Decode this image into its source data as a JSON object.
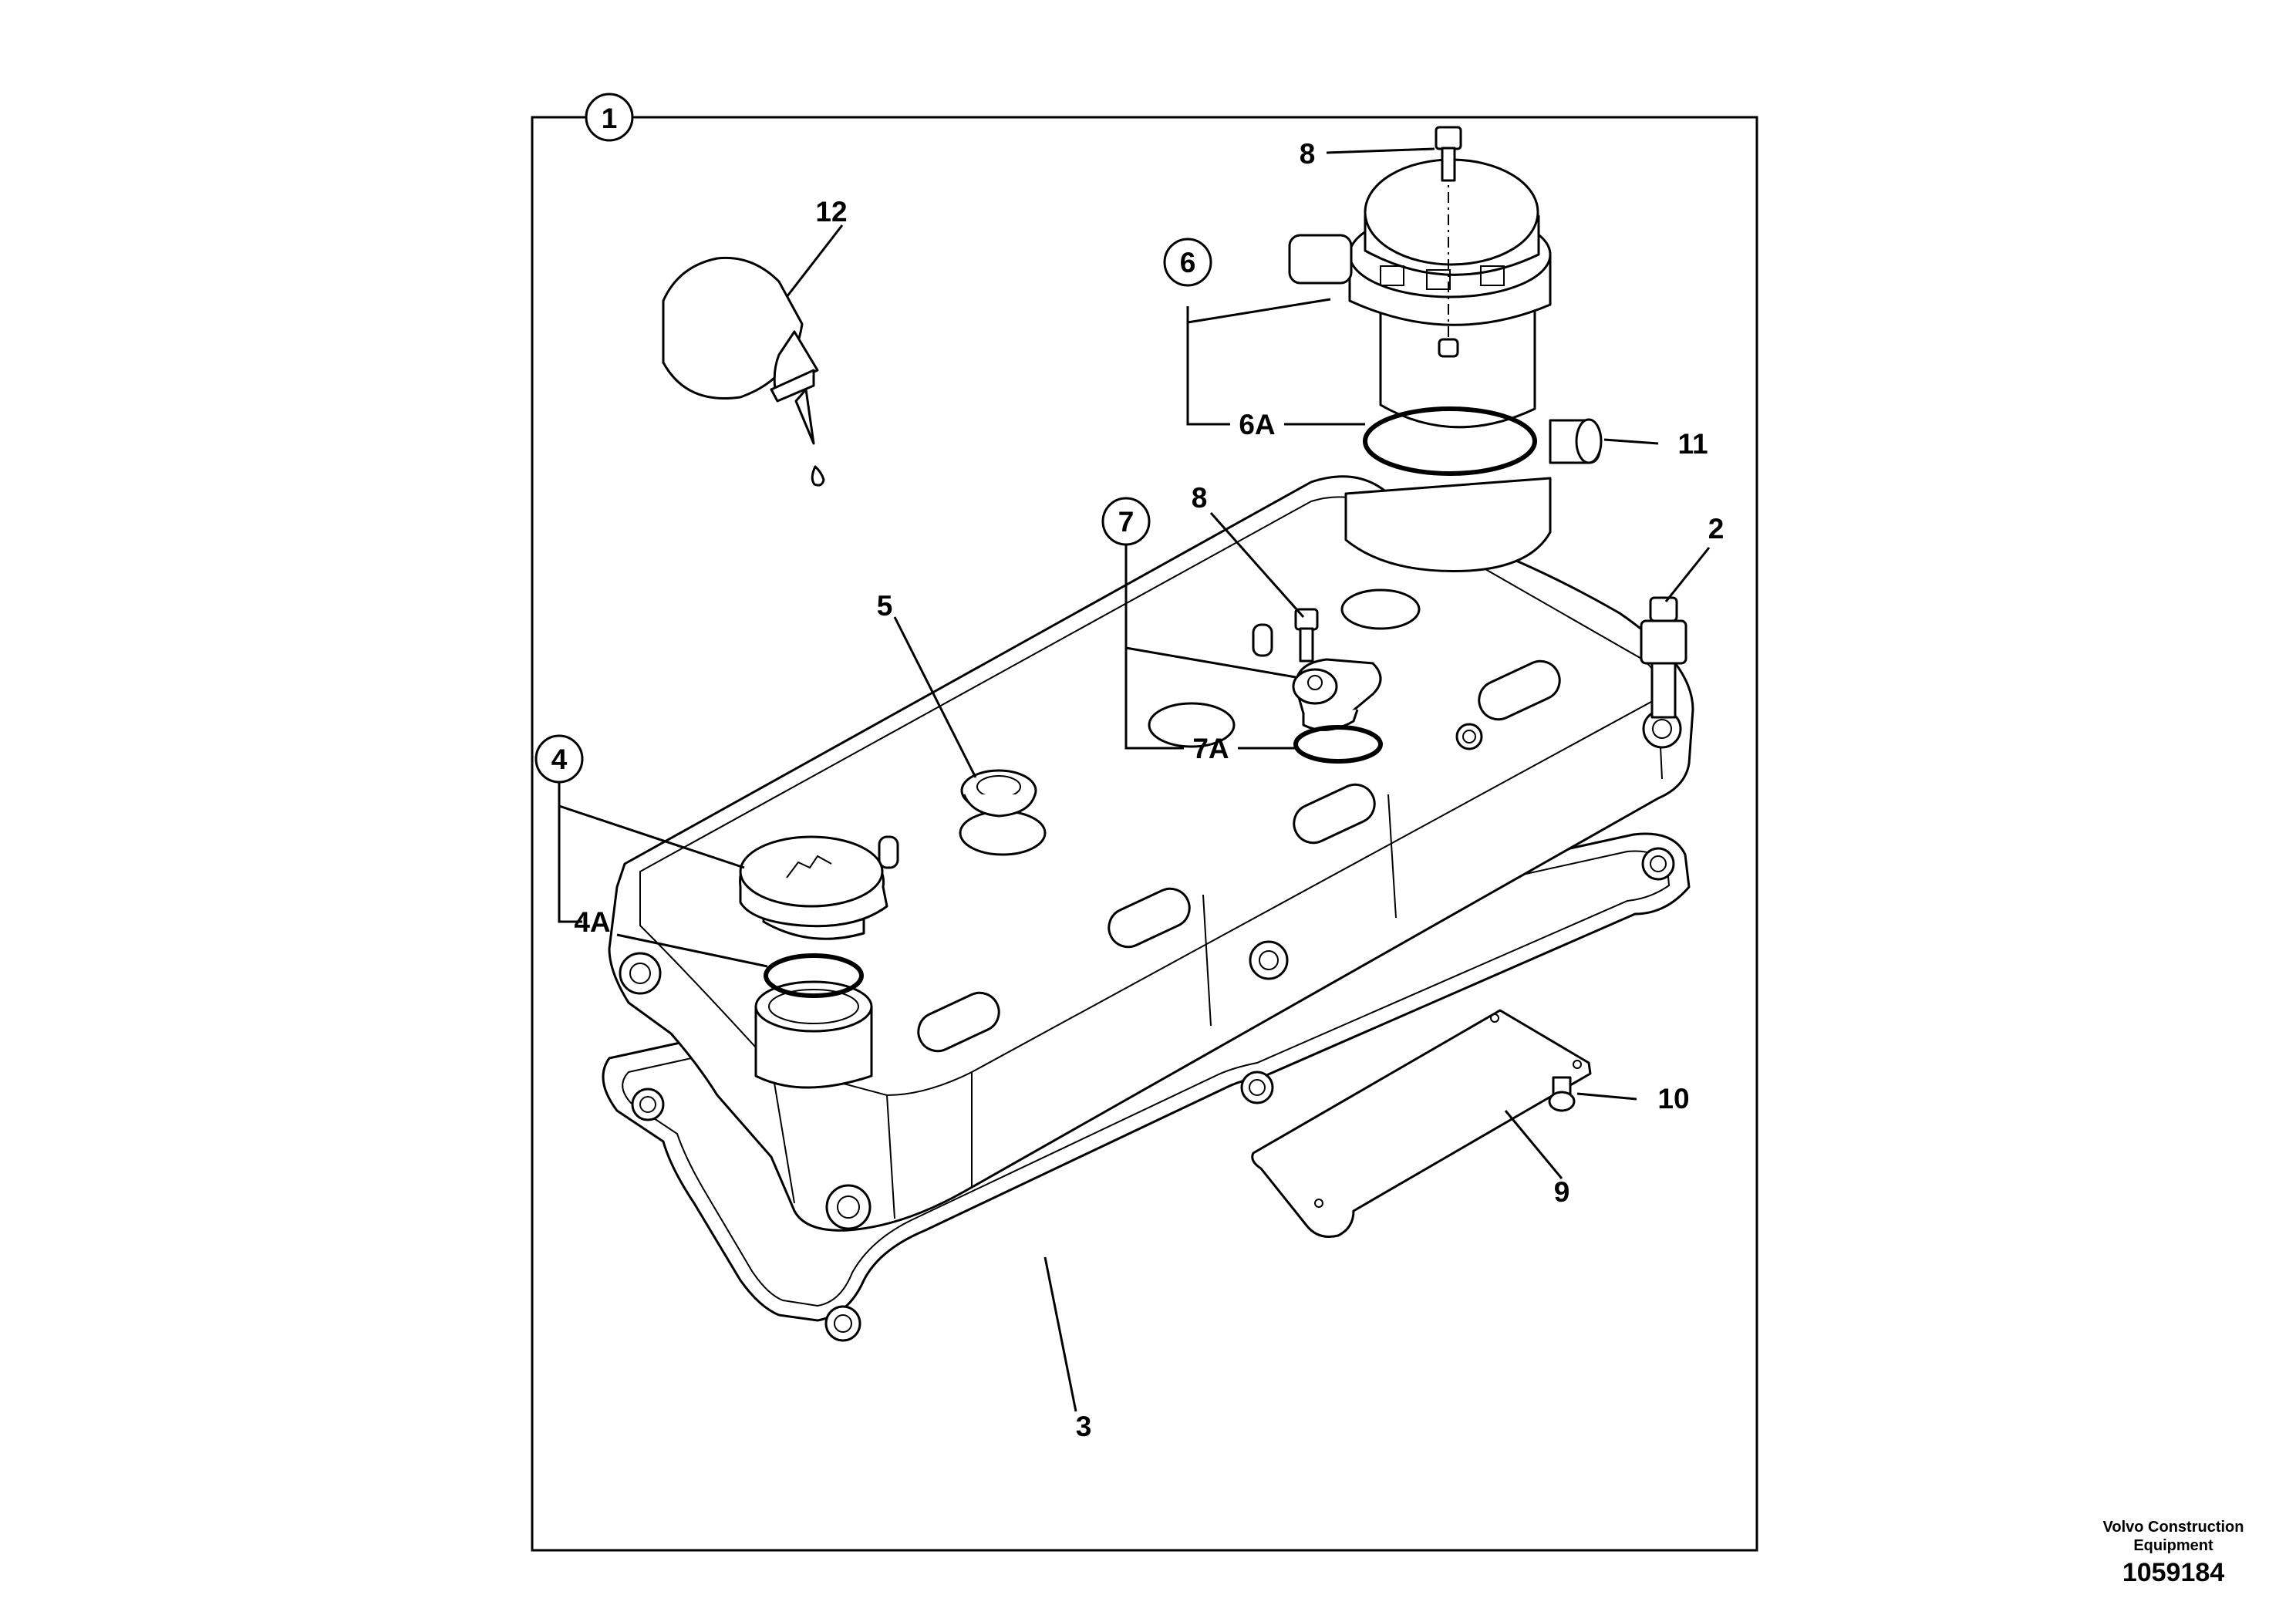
{
  "frame": {
    "number": "1"
  },
  "callouts": {
    "c2": "2",
    "c3": "3",
    "c4": "4",
    "c4A": "4A",
    "c5": "5",
    "c6": "6",
    "c6A": "6A",
    "c7": "7",
    "c7A": "7A",
    "c8_top": "8",
    "c8_mid": "8",
    "c9": "9",
    "c10": "10",
    "c11": "11",
    "c12": "12"
  },
  "caption": {
    "line1": "Volvo Construction",
    "line2": "Equipment",
    "number": "1059184"
  }
}
